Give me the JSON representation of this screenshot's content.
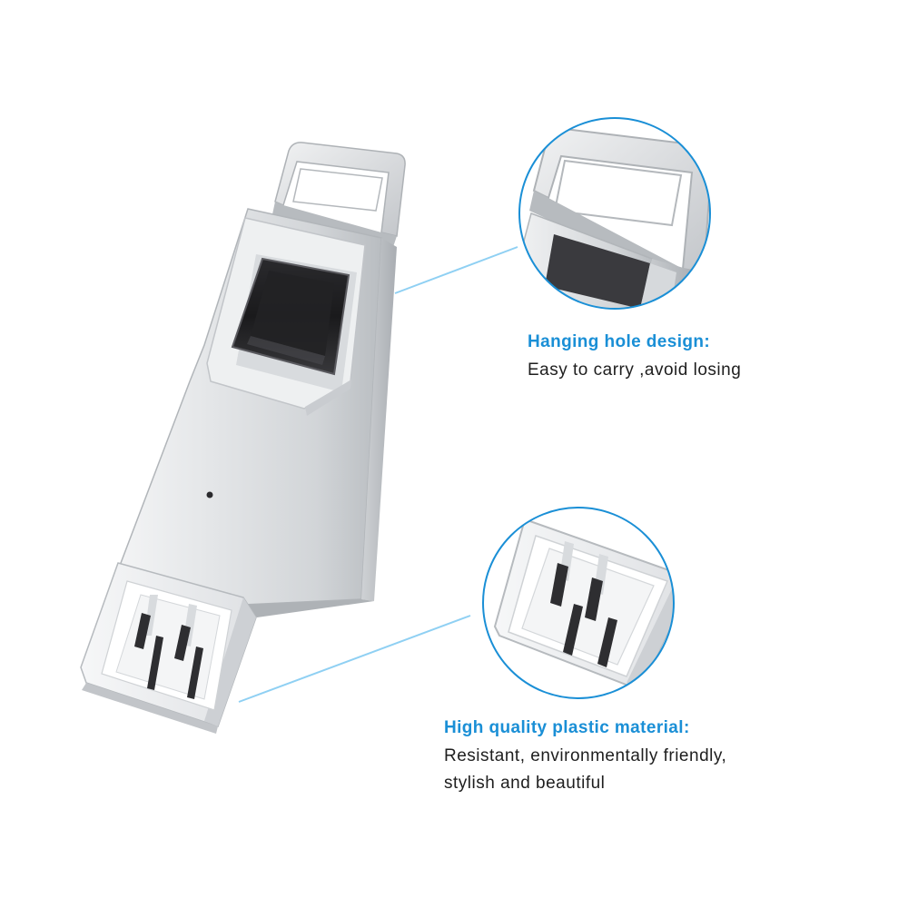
{
  "colors": {
    "accent": "#1a8fd6",
    "callout_line": "#8fd0f3",
    "circle_ring": "#1a8fd6",
    "metal_light": "#eceef0",
    "metal_mid": "#c9ccd0",
    "metal_dark": "#9a9ea4",
    "sensor": "#1c1c1e",
    "text": "#1e1e1e"
  },
  "icons": [
    "usb-flash-drive",
    "fingerprint-sensor",
    "led-indicator",
    "hanging-loop",
    "usb-connector"
  ],
  "features": [
    {
      "title": "Hanging hole design:",
      "desc_lines": [
        "Easy to carry ,avoid losing"
      ]
    },
    {
      "title": "High quality plastic material:",
      "desc_lines": [
        "Resistant, environmentally friendly,",
        "stylish and beautiful"
      ]
    }
  ]
}
